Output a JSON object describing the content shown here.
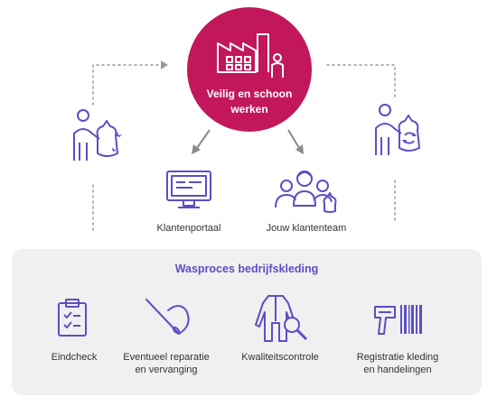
{
  "top": {
    "title": "Veilig en schoon\nwerken",
    "brand_color": "#c2185b",
    "icon": "factory-worker-icon"
  },
  "middle": [
    {
      "label": "Klantenportaal",
      "icon": "monitor-icon"
    },
    {
      "label": "Jouw klantenteam",
      "icon": "team-icon"
    }
  ],
  "side": {
    "left_icon": "worker-with-dirty-laundry-icon",
    "right_icon": "worker-with-clean-laundry-icon"
  },
  "process": {
    "title": "Wasproces bedrijfskleding",
    "accent_color": "#5b4fc4",
    "steps": [
      {
        "label": "Eindcheck",
        "icon": "clipboard-check-icon"
      },
      {
        "label": "Eventueel reparatie\nen vervanging",
        "icon": "needle-thread-icon"
      },
      {
        "label": "Kwaliteitscontrole",
        "icon": "overall-magnifier-icon"
      },
      {
        "label": "Registratie kleding\nen handelingen",
        "icon": "barcode-scanner-icon"
      }
    ]
  }
}
